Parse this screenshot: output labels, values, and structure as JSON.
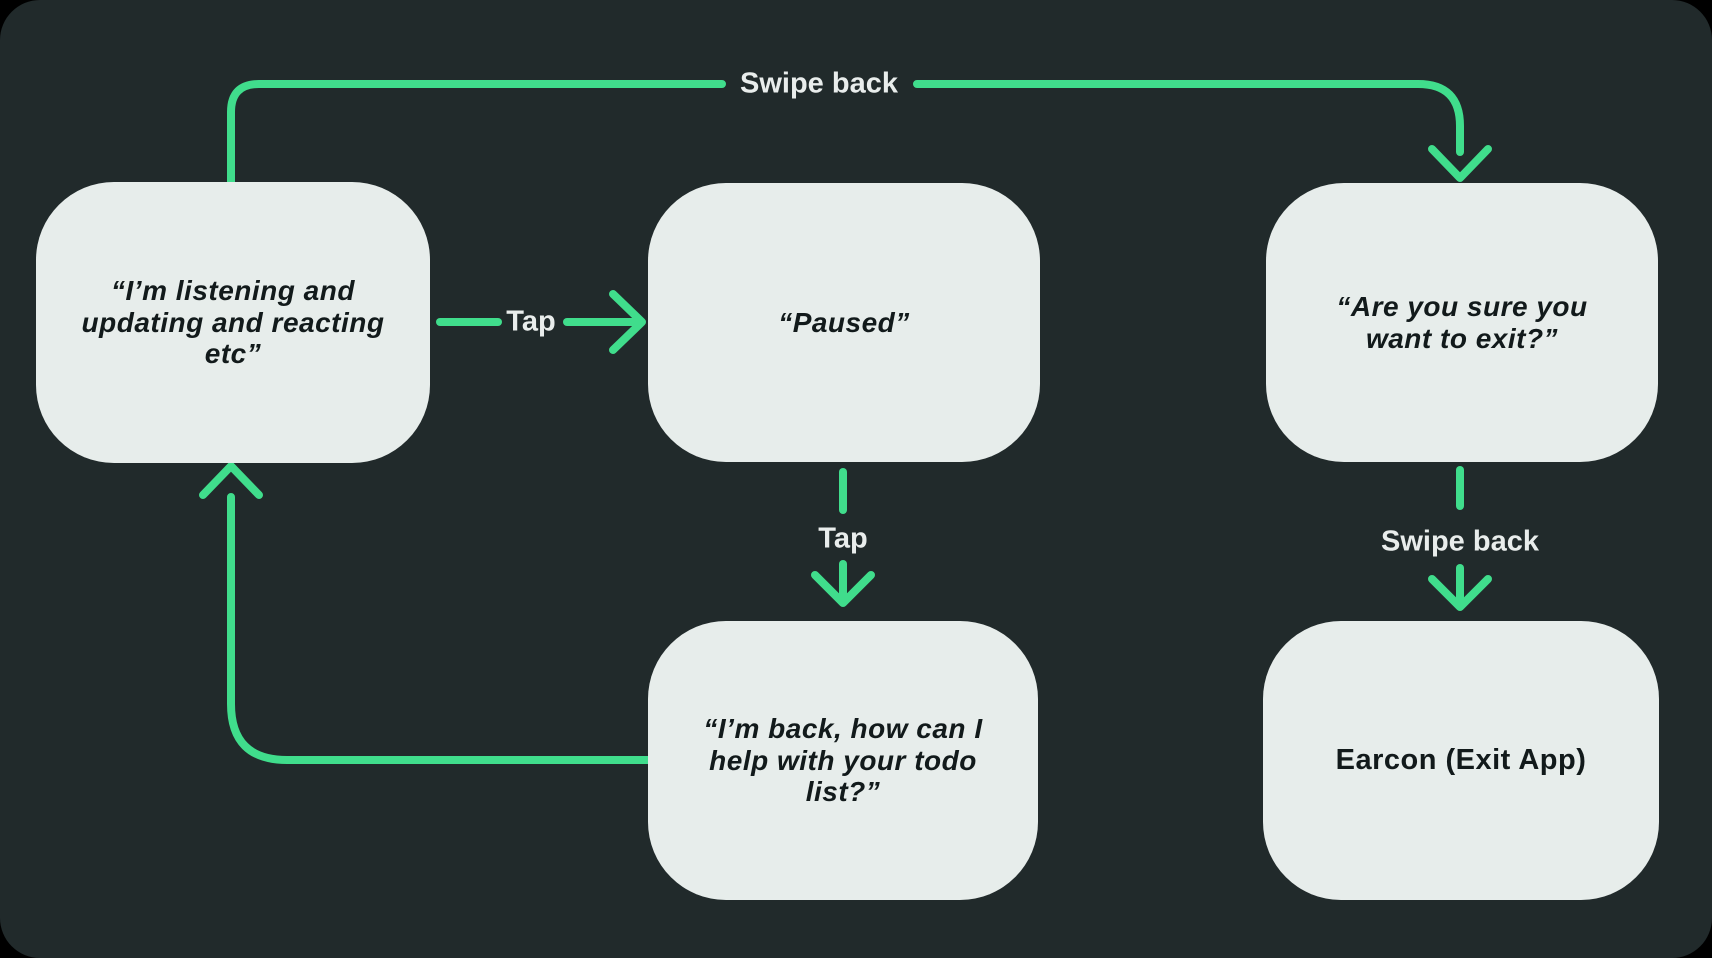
{
  "colors": {
    "page-bg": "#000000",
    "panel-bg": "#212a2b",
    "node-bg": "#e7edeb",
    "node-text": "#121a1b",
    "accent": "#40dd8c",
    "label-text": "#e9edec"
  },
  "nodes": [
    {
      "id": "listening",
      "text": "“I’m listening and updating and reacting etc”"
    },
    {
      "id": "paused",
      "text": "“Paused”"
    },
    {
      "id": "confirm_exit",
      "text": "“Are you sure you want to exit?”"
    },
    {
      "id": "back_todo",
      "text": "“I’m back, how can I help with your todo list?”"
    },
    {
      "id": "earcon_exit",
      "text": "Earcon (Exit App)"
    }
  ],
  "labels": {
    "swipe_back_top": "Swipe back",
    "tap_to_pause": "Tap",
    "tap_to_resume": "Tap",
    "swipe_back_exit": "Swipe back"
  }
}
